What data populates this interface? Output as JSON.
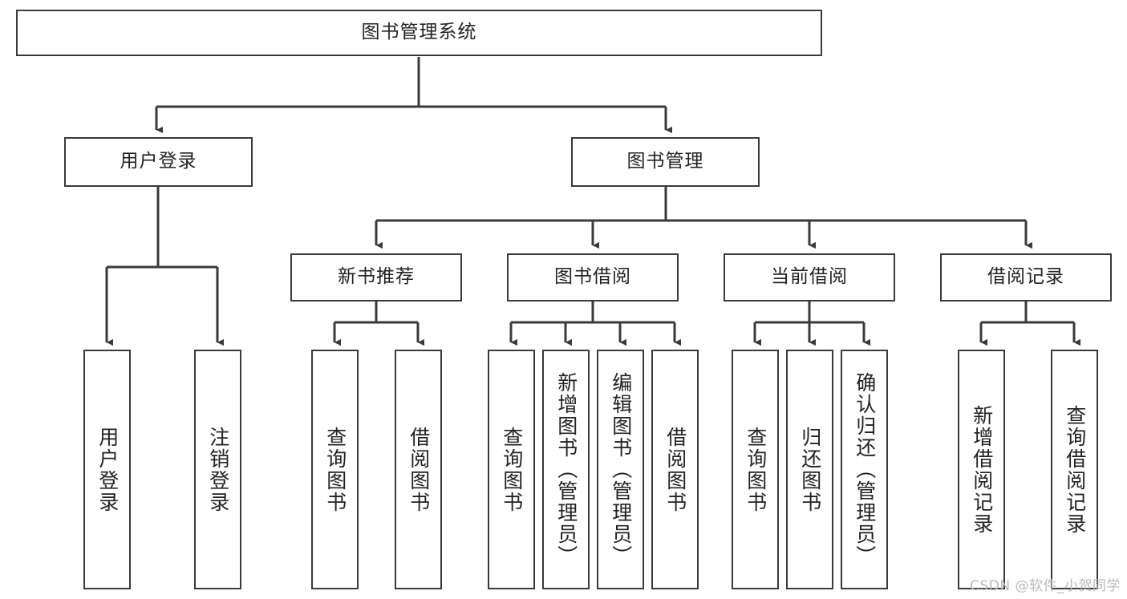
{
  "diagram": {
    "type": "tree",
    "title": "图书管理系统",
    "orientation": "top-down",
    "colors": {
      "box_border": "#3a3a3a",
      "box_fill": "#ffffff",
      "connector": "#3a3a3a",
      "text": "#222222",
      "watermark": "#b9b9b9",
      "background": "#ffffff"
    },
    "root": {
      "label": "图书管理系统"
    },
    "level2": [
      {
        "label": "用户登录"
      },
      {
        "label": "图书管理"
      }
    ],
    "level3": [
      {
        "label": "新书推荐"
      },
      {
        "label": "图书借阅"
      },
      {
        "label": "当前借阅"
      },
      {
        "label": "借阅记录"
      }
    ],
    "leaves": {
      "user_login": [
        {
          "label": "用户登录"
        },
        {
          "label": "注销登录"
        }
      ],
      "new_book_recommend": [
        {
          "label": "查询图书"
        },
        {
          "label": "借阅图书"
        }
      ],
      "book_borrow": [
        {
          "label": "查询图书"
        },
        {
          "label": "新增图书（管理员）"
        },
        {
          "label": "编辑图书（管理员）"
        },
        {
          "label": "借阅图书"
        }
      ],
      "current_borrow": [
        {
          "label": "查询图书"
        },
        {
          "label": "归还图书"
        },
        {
          "label": "确认归还（管理员）"
        }
      ],
      "borrow_record": [
        {
          "label": "新增借阅记录"
        },
        {
          "label": "查询借阅记录"
        }
      ]
    },
    "watermark": "CSDN @软件_小贺同学"
  }
}
